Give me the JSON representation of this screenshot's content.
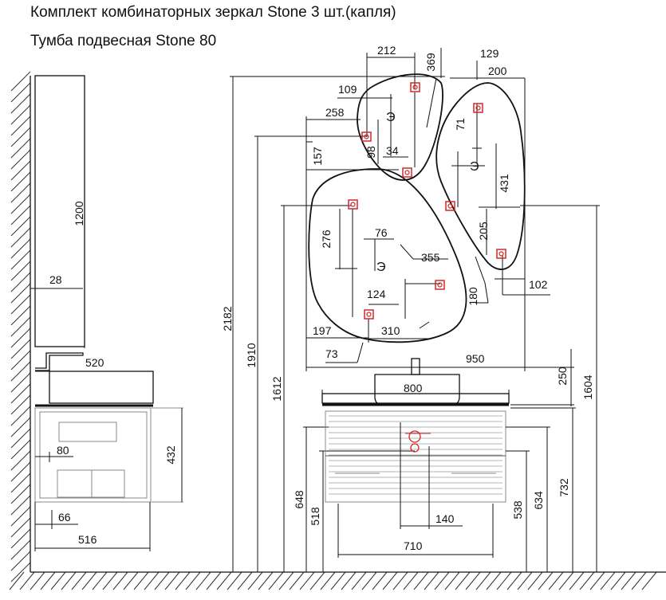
{
  "titles": {
    "line1": "Комплект комбинаторных зеркал Stone 3 шт.(капля)",
    "line2": "Тумба подвесная Stone 80"
  },
  "dims": {
    "d1200": "1200",
    "d28": "28",
    "d520": "520",
    "d80s": "80",
    "d432": "432",
    "d66": "66",
    "d516": "516",
    "d2182": "2182",
    "d1910": "1910",
    "d1612": "1612",
    "d648": "648",
    "d518": "518",
    "d212": "212",
    "d369": "369",
    "d129": "129",
    "d200": "200",
    "d109": "109",
    "d258": "258",
    "d157": "157",
    "d98": "98",
    "d34": "34",
    "d71": "71",
    "d431": "431",
    "d205": "205",
    "d102": "102",
    "d276": "276",
    "d76": "76",
    "d355": "355",
    "d124": "124",
    "d180": "180",
    "d197": "197",
    "d310": "310",
    "d73": "73",
    "d950": "950",
    "d800": "800",
    "d250": "250",
    "d1604": "1604",
    "d538": "538",
    "d634": "634",
    "d732": "732",
    "d140": "140",
    "d710": "710"
  }
}
